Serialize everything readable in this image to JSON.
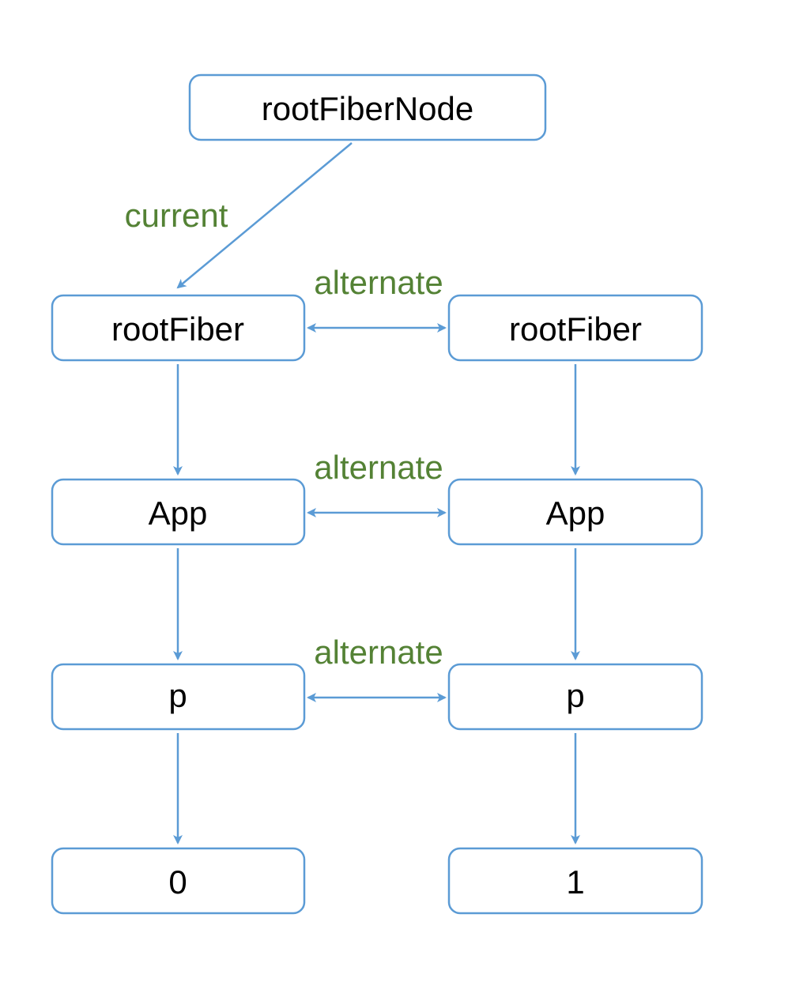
{
  "colors": {
    "node_border": "#5b9bd5",
    "arrow": "#5b9bd5",
    "edge_label": "#548235",
    "node_text": "#000000"
  },
  "nodes": {
    "root_fiber_node": "rootFiberNode",
    "left_root_fiber": "rootFiber",
    "right_root_fiber": "rootFiber",
    "left_app": "App",
    "right_app": "App",
    "left_p": "p",
    "right_p": "p",
    "left_text": "0",
    "right_text": "1"
  },
  "edge_labels": {
    "current": "current",
    "alternate_root": "alternate",
    "alternate_app": "alternate",
    "alternate_p": "alternate"
  }
}
